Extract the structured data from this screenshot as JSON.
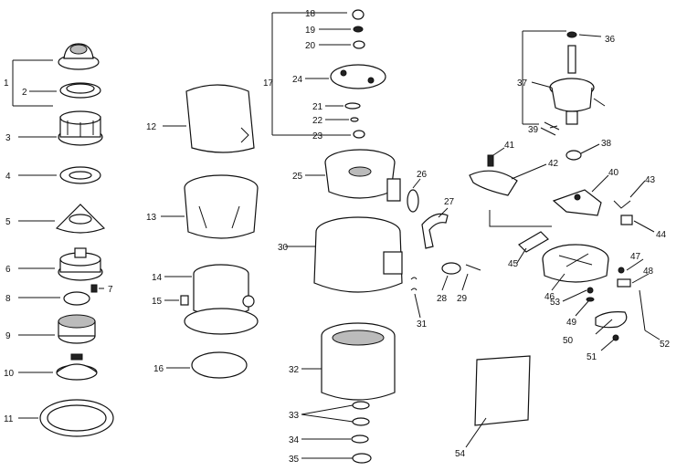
{
  "diagram": {
    "callouts": [
      "1",
      "2",
      "3",
      "4",
      "5",
      "6",
      "7",
      "8",
      "9",
      "10",
      "11",
      "12",
      "13",
      "14",
      "15",
      "16",
      "17",
      "18",
      "19",
      "20",
      "21",
      "22",
      "23",
      "24",
      "25",
      "26",
      "27",
      "28",
      "29",
      "30",
      "31",
      "32",
      "33",
      "34",
      "35",
      "36",
      "37",
      "38",
      "39",
      "40",
      "41",
      "42",
      "43",
      "44",
      "45",
      "46",
      "47",
      "48",
      "49",
      "50",
      "51",
      "52",
      "53",
      "54"
    ]
  }
}
